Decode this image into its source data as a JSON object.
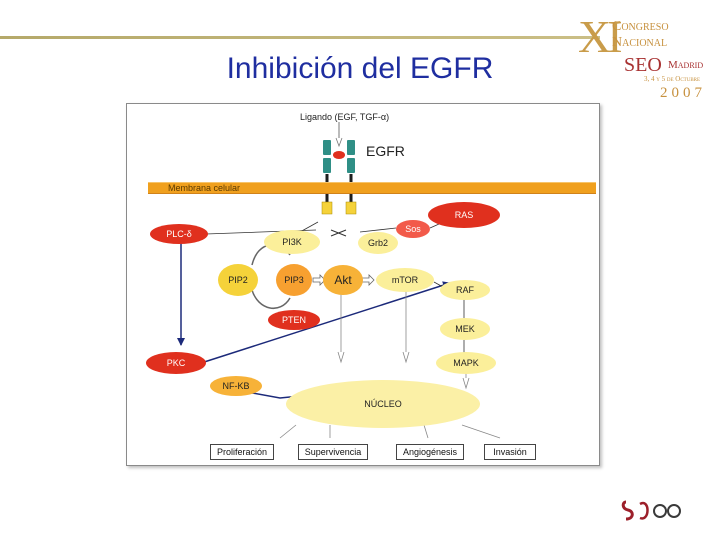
{
  "header": {
    "title": "Inhibición del EGFR"
  },
  "logo": {
    "numeral": "XI",
    "line1": "Congreso",
    "line2": "Nacional",
    "brand_left": "SEO",
    "brand_right": "Madrid",
    "dates": "3, 4 y 5 de Octubre",
    "year": "2007"
  },
  "diagram": {
    "ligand_label": "Ligando (EGF, TGF-α)",
    "receptor_label": "EGFR",
    "membrane_label": "Membrana celular",
    "nodes": {
      "ras": "RAS",
      "sos": "Sos",
      "grb2": "Grb2",
      "plc": "PLC-δ",
      "pi3k": "PI3K",
      "pip2": "PIP2",
      "pip3": "PIP3",
      "akt": "Akt",
      "mtor": "mTOR",
      "raf": "RAF",
      "pten": "PTEN",
      "mek": "MEK",
      "pkc": "PKC",
      "mapk": "MAPK",
      "nfkb": "NF-KB",
      "nucleus": "NÚCLEO"
    },
    "outcomes": [
      "Proliferación",
      "Supervivencia",
      "Angiogénesis",
      "Invasión"
    ]
  },
  "colors": {
    "title": "#1f2ea0",
    "membrane": "#f0a01e",
    "red_node": "#e0301e",
    "orange_node": "#f7b238",
    "yellow_node": "#fbef9a",
    "nucleus": "#fbf0a6",
    "receptor": "#2f8f86",
    "pathway_arrow": "#1c2a7a"
  }
}
